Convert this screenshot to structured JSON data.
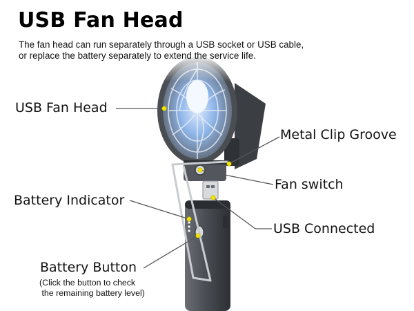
{
  "title": "USB Fan Head",
  "description": {
    "line1": "The fan head can run separately  through a USB socket or USB  cable,",
    "line2": "or replace the battery separately to extend the service life."
  },
  "labels": {
    "usb_fan_head": "USB Fan Head",
    "metal_clip_groove": "Metal Clip Groove",
    "fan_switch": "Fan switch",
    "battery_indicator": "Battery Indicator",
    "usb_connected": "USB Connected",
    "battery_button": "Battery Button",
    "battery_button_note_1": "(Click the button to check",
    "battery_button_note_2": " the remaining battery level)"
  },
  "colors": {
    "dot": "#f2e600",
    "fan_body": "#4a4d52",
    "fan_blue": "#3a8ff0",
    "leader_line": "#555555"
  }
}
